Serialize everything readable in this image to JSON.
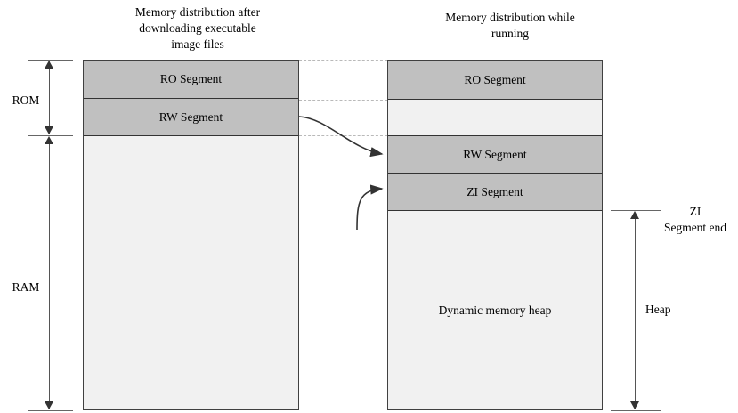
{
  "diagram": {
    "left_panel": {
      "title": "Memory distribution after\ndownloading executable\nimage files",
      "segments": [
        {
          "key": "ro",
          "label": "RO Segment",
          "fill": "#c0c0c0"
        },
        {
          "key": "rw",
          "label": "RW Segment",
          "fill": "#c0c0c0"
        },
        {
          "key": "free",
          "label": "",
          "fill": "#f1f1f1"
        }
      ]
    },
    "right_panel": {
      "title": "Memory distribution while\nrunning",
      "segments": [
        {
          "key": "ro",
          "label": "RO Segment",
          "fill": "#c0c0c0"
        },
        {
          "key": "gap",
          "label": "",
          "fill": "#f1f1f1"
        },
        {
          "key": "rw",
          "label": "RW Segment",
          "fill": "#c0c0c0"
        },
        {
          "key": "zi",
          "label": "ZI Segment",
          "fill": "#c0c0c0"
        },
        {
          "key": "heap",
          "label": "Dynamic memory heap",
          "fill": "#f1f1f1"
        }
      ]
    },
    "brackets": {
      "rom": "ROM",
      "ram": "RAM",
      "heap": "Heap",
      "zi_segment_end": "ZI\nSegment end"
    },
    "colors": {
      "segment_fill": "#c0c0c0",
      "free_fill": "#f1f1f1",
      "box_border": "#404040",
      "connector_dash": "#b9b9b9",
      "arrow": "#333333",
      "background": "#ffffff"
    }
  }
}
